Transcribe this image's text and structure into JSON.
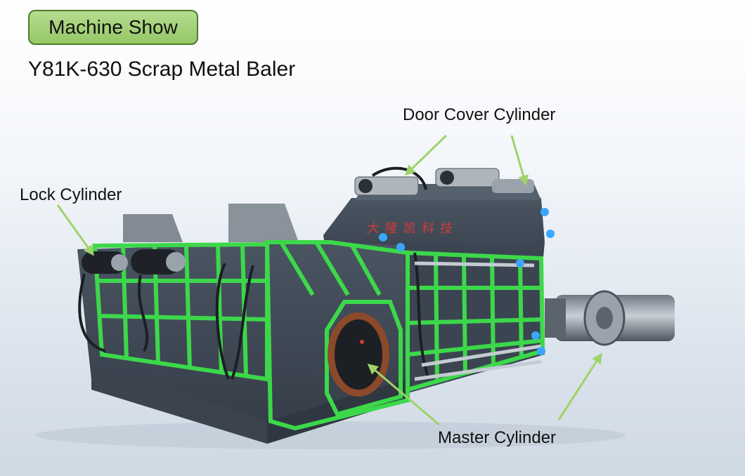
{
  "header": {
    "badge": "Machine Show",
    "title": "Y81K-630 Scrap Metal Baler"
  },
  "labels": {
    "door_cover_cylinder": "Door Cover Cylinder",
    "lock_cylinder": "Lock Cylinder",
    "master_cylinder": "Master Cylinder"
  },
  "machine": {
    "brand_text": "大隆凯科技"
  },
  "colors": {
    "badge_fill": "#a8d47c",
    "frame_green": "#3cd84a",
    "machine_body": "#3e4856",
    "arrow_green": "#9ed36a"
  }
}
